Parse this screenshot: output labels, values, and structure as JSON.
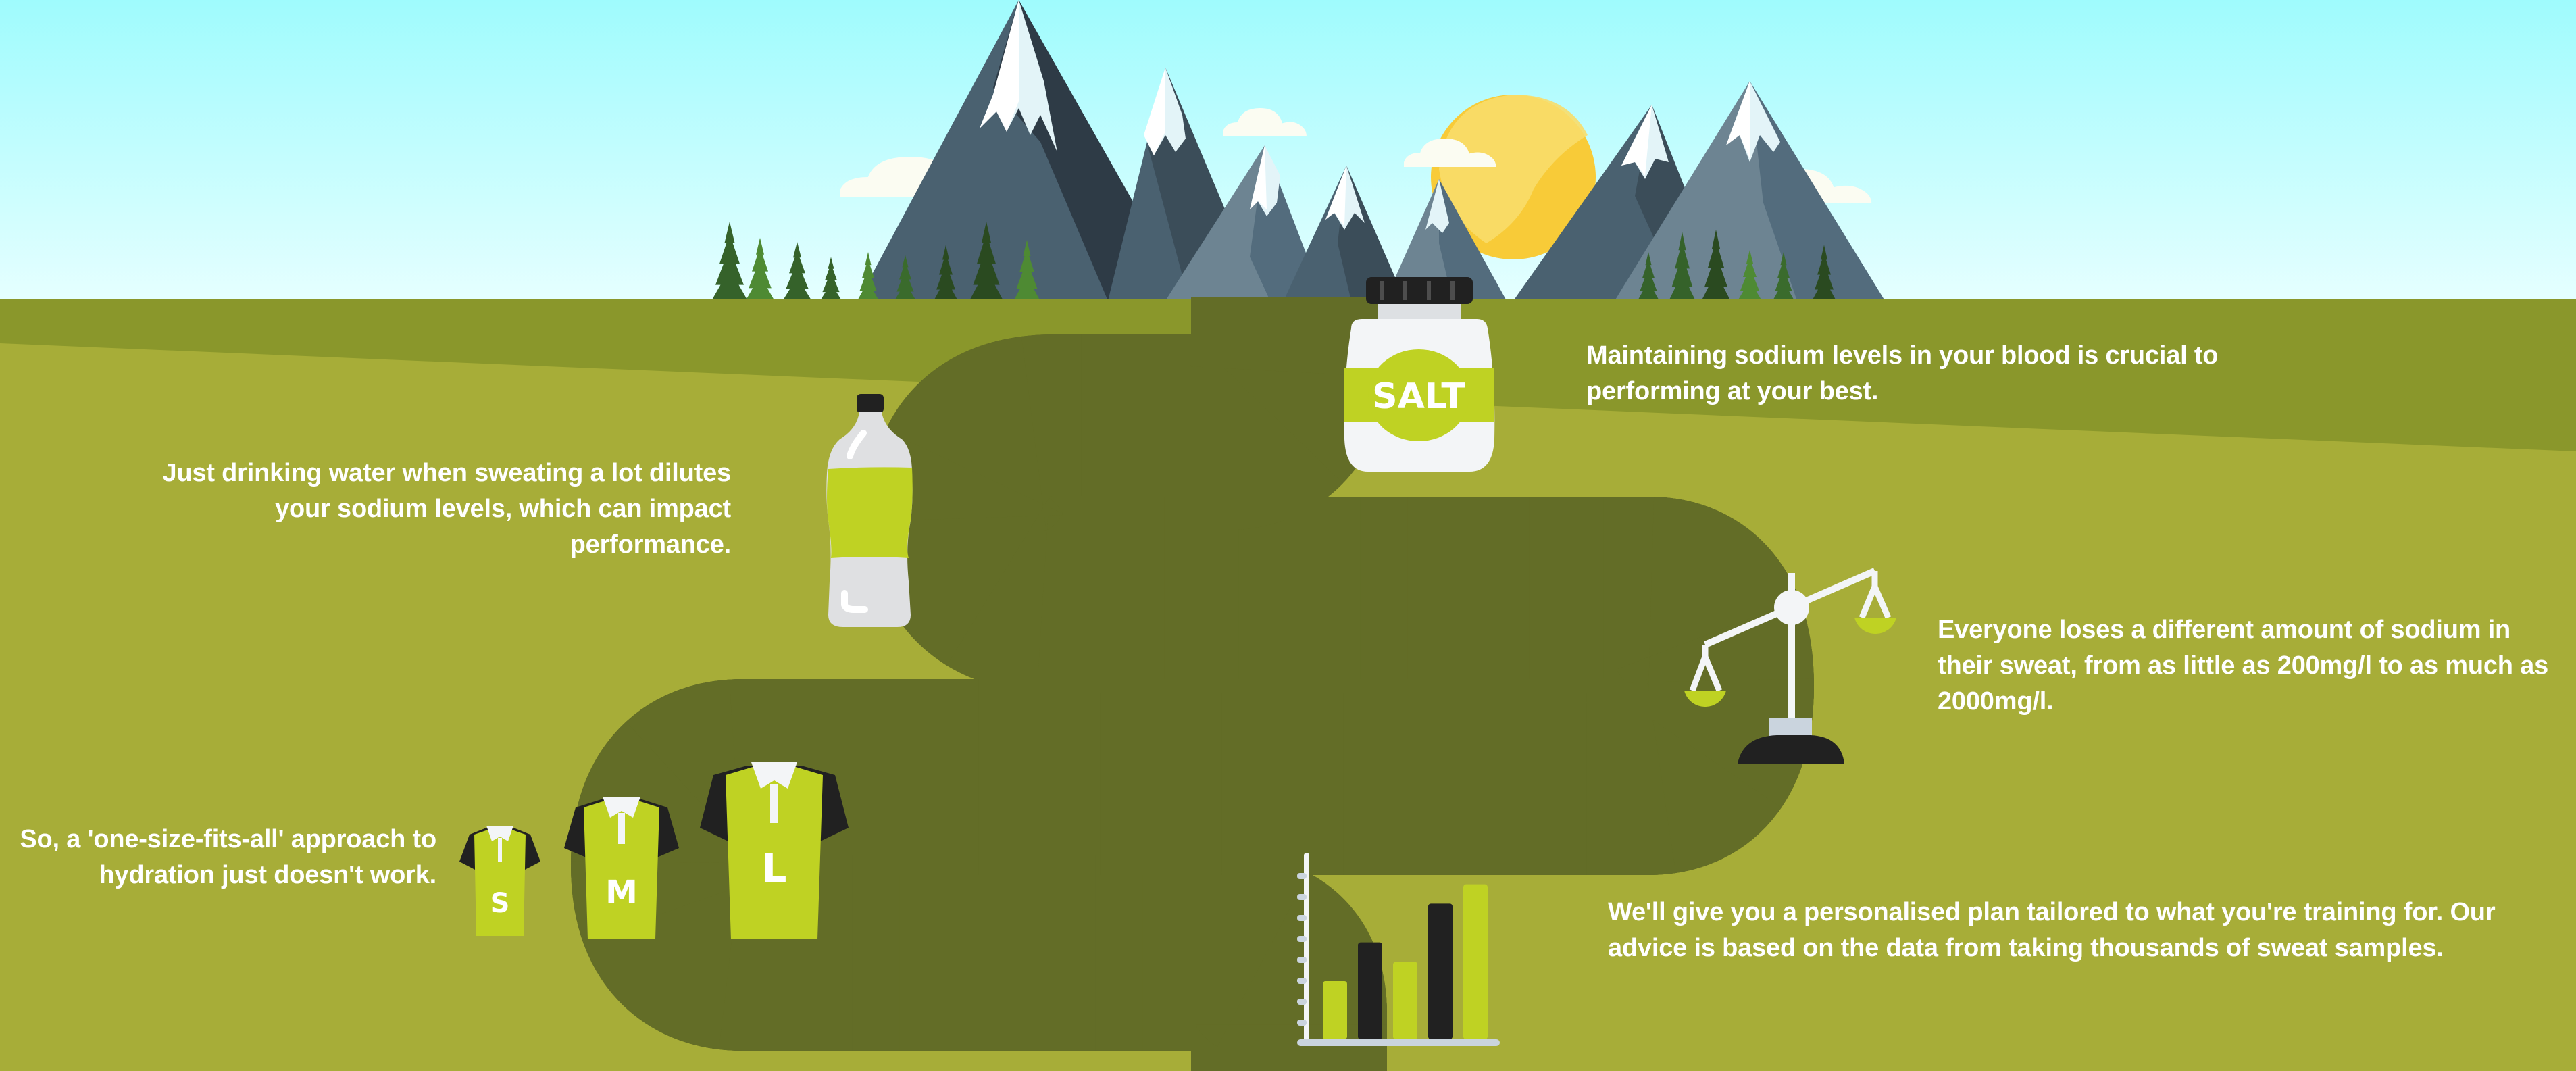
{
  "infographic": {
    "captions": {
      "sodium_blood": "Maintaining sodium levels in your blood is crucial to performing at your best.",
      "drinking_water": "Just drinking water when sweating a lot dilutes your sodium levels, which can impact performance.",
      "sodium_loss": "Everyone loses a different amount of sodium in their sweat, from as little as 200mg/l to as much as 2000mg/l.",
      "one_size": "So, a 'one-size-fits-all' approach to hydration just doesn't work.",
      "personalised_plan": "We'll give you a personalised plan tailored to what you're training for. Our advice is based on the data from taking thousands of sweat samples."
    },
    "salt_jar": {
      "label": "SALT",
      "icon": "salt-jar-icon"
    },
    "water_bottle": {
      "icon": "water-bottle-icon"
    },
    "scales": {
      "icon": "balance-scale-icon"
    },
    "shirts": [
      {
        "size": "S",
        "icon": "shirt-icon"
      },
      {
        "size": "M",
        "icon": "shirt-icon"
      },
      {
        "size": "L",
        "icon": "shirt-icon"
      }
    ],
    "bar_chart_icon": {
      "icon": "bar-chart-icon",
      "bars": [
        {
          "value": 3,
          "color": "lime"
        },
        {
          "value": 5,
          "color": "black"
        },
        {
          "value": 4,
          "color": "lime"
        },
        {
          "value": 7,
          "color": "black"
        },
        {
          "value": 8,
          "color": "lime"
        }
      ],
      "max": 9
    },
    "scenery": {
      "sky": "sky-gradient",
      "sun": "sun-icon",
      "mountains": "mountain-range",
      "trees": "pine-trees",
      "clouds": "clouds",
      "road": "winding-road"
    }
  },
  "colors": {
    "sky_top": "#9ffbfd",
    "sky_bottom": "#e6ffff",
    "grass_dark": "#8a972b",
    "grass_light": "#a7ad38",
    "road_shoulder": "#636d27",
    "road_edge": "#4a6170",
    "asphalt": "#2d3a45",
    "accent_lime": "#bfd223",
    "black": "#212121",
    "white": "#f3f5f7",
    "sun": "#f8cb38"
  }
}
